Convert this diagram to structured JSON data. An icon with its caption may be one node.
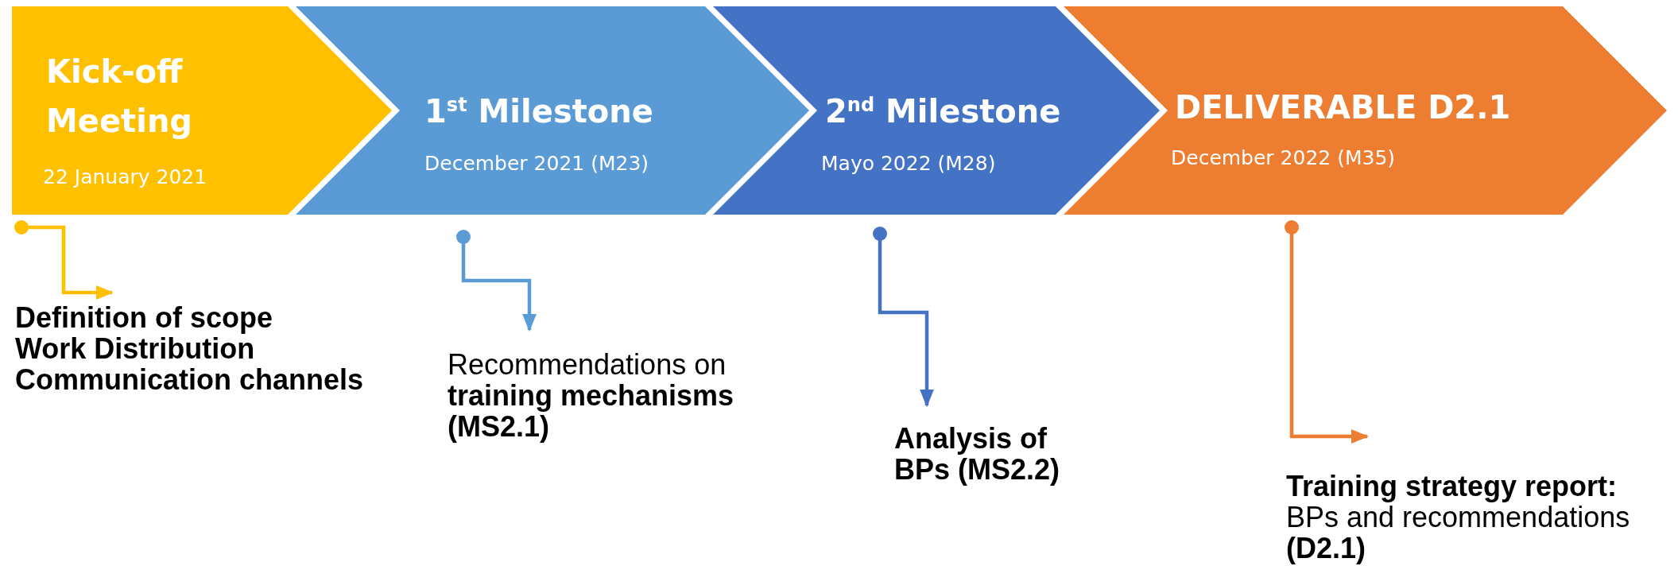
{
  "diagram": {
    "nodes": [
      {
        "text": [
          "Kick-off Meeting",
          "22 January 2021"
        ]
      },
      {
        "text": [
          "1$^{st}$ Milestone",
          "December 2021 (M23)"
        ]
      },
      {
        "text": [
          "2$^{nd}$ Milestone",
          "Mayo 2022 (M28)"
        ]
      },
      {
        "text": [
          "DELIVERABLE D2.1",
          "December 2022 (M35)"
        ]
      },
      {
        "text": [
          "Definition of scope",
          "Work Distribution",
          "Communication channels"
        ]
      },
      {
        "text": [
          "Recommendations on **training mechanisms (MS2.1)**"
        ]
      },
      {
        "text": [
          "Analysis of BPs (MS2.2)"
        ]
      },
      {
        "text": [
          "Training strategy report:",
          "BPs and recommendations **(D2.1)**"
        ]
      }
    ],
    "edges": [
      {
        "from": 0,
        "to": 4,
        "arrow": "to",
        "color": "#ffc000"
      },
      {
        "from": 1,
        "to": 5,
        "arrow": "to",
        "color": "#5b9bd5"
      },
      {
        "from": 2,
        "to": 6,
        "arrow": "to",
        "color": "#4472c4"
      },
      {
        "from": 3,
        "to": 7,
        "arrow": "to",
        "color": "#ed7d31"
      }
    ]
  }
}
